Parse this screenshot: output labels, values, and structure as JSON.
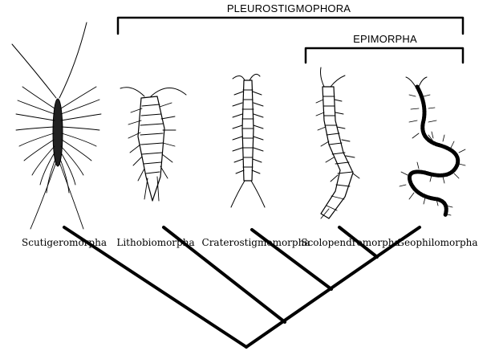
{
  "clades": {
    "outer": "PLEUROSTIGMOPHORA",
    "inner": "EPIMORPHA"
  },
  "taxa": [
    {
      "name": "Scutigeromorpha",
      "icon": "scutigeromorpha-centipede-icon"
    },
    {
      "name": "Lithobiomorpha",
      "icon": "lithobiomorpha-centipede-icon"
    },
    {
      "name": "Craterostigmomorpha",
      "icon": "craterostigmomorpha-centipede-icon"
    },
    {
      "name": "Scolopendromorpha",
      "icon": "scolopendromorpha-centipede-icon"
    },
    {
      "name": "Geophilomorpha",
      "icon": "geophilomorpha-centipede-icon"
    }
  ],
  "colors": {
    "ink": "#000000",
    "background": "#ffffff"
  }
}
